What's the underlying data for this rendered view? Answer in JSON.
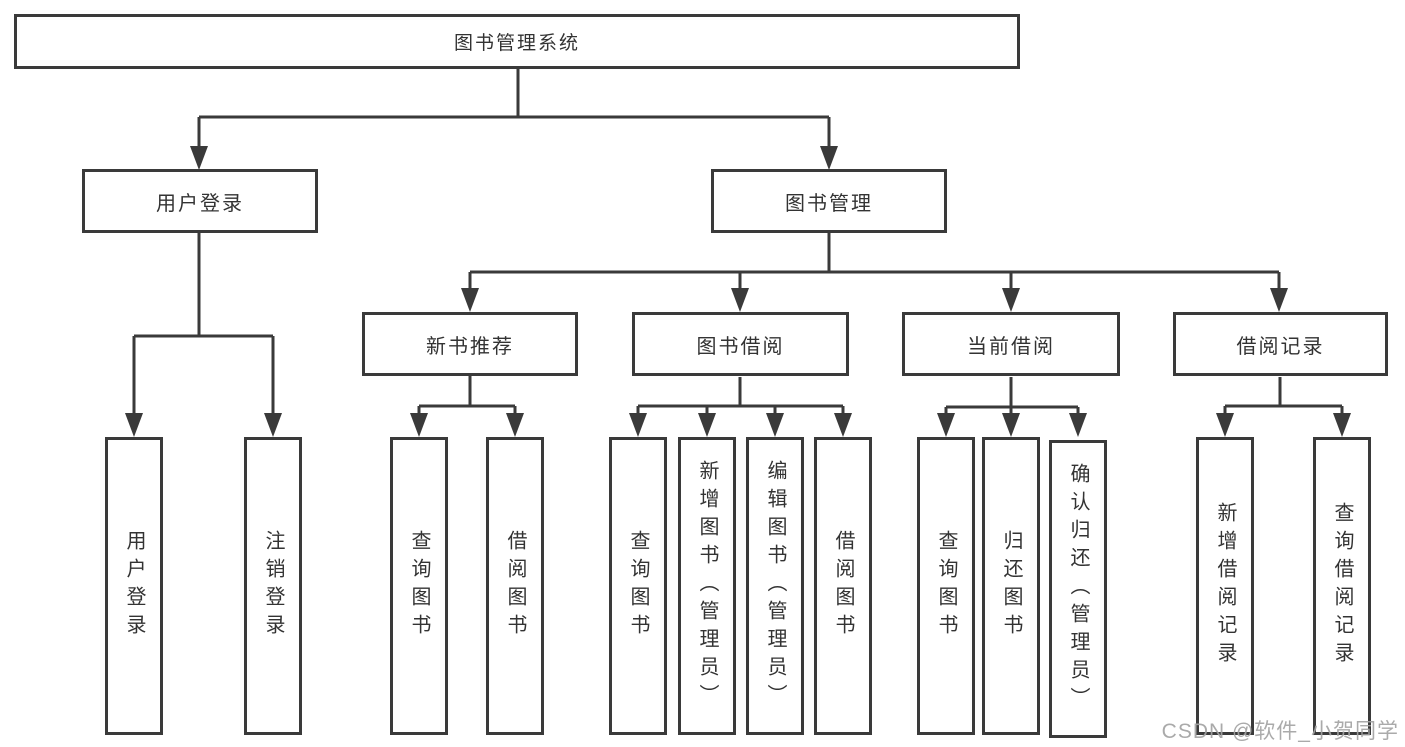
{
  "tree": {
    "root": {
      "label": "图书管理系统",
      "children": [
        {
          "label": "用户登录",
          "children": [
            {
              "label": "用户登录"
            },
            {
              "label": "注销登录"
            }
          ]
        },
        {
          "label": "图书管理",
          "children": [
            {
              "label": "新书推荐",
              "children": [
                {
                  "label": "查询图书"
                },
                {
                  "label": "借阅图书"
                }
              ]
            },
            {
              "label": "图书借阅",
              "children": [
                {
                  "label": "查询图书"
                },
                {
                  "label": "新增图书（管理员）"
                },
                {
                  "label": "编辑图书（管理员）"
                },
                {
                  "label": "借阅图书"
                }
              ]
            },
            {
              "label": "当前借阅",
              "children": [
                {
                  "label": "查询图书"
                },
                {
                  "label": "归还图书"
                },
                {
                  "label": "确认归还（管理员）"
                }
              ]
            },
            {
              "label": "借阅记录",
              "children": [
                {
                  "label": "新增借阅记录"
                },
                {
                  "label": "查询借阅记录"
                }
              ]
            }
          ]
        }
      ]
    }
  },
  "colors": {
    "line": "#3a3a3a",
    "text": "#333333",
    "watermark": "#a3a3a3"
  },
  "watermark": {
    "text": "CSDN @软件_小贺同学"
  }
}
